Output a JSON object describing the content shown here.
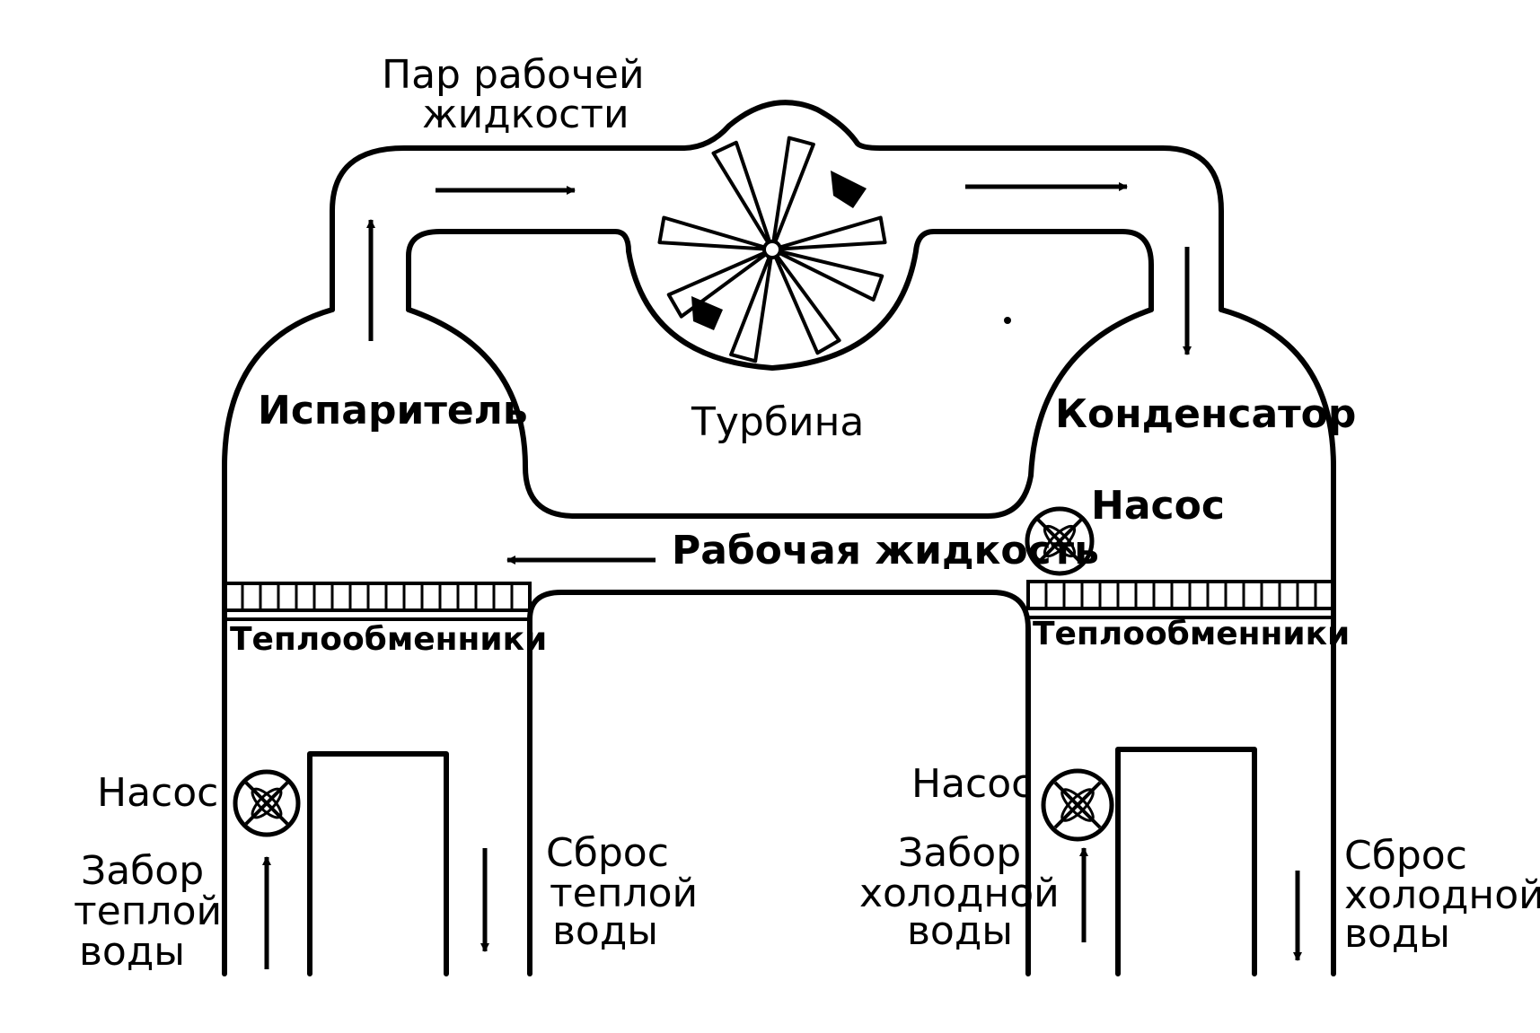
{
  "labels": {
    "vapor_line1": "Пар рабочей",
    "vapor_line2": "жидкости",
    "evaporator": "Испаритель",
    "turbine": "Турбина",
    "condenser": "Конденсатор",
    "pump_top": "Насос",
    "working_fluid": "Рабочая жидкость",
    "heat_exchangers_left": "Теплообменники",
    "heat_exchangers_right": "Теплообменники",
    "pump_left": "Насос",
    "pump_right": "Насос",
    "warm_intake_line1": "Забор",
    "warm_intake_line2": "теплой",
    "warm_intake_line3": "воды",
    "warm_discharge_line1": "Сброс",
    "warm_discharge_line2": "теплой",
    "warm_discharge_line3": "воды",
    "cold_intake_line1": "Забор",
    "cold_intake_line2": "холодной",
    "cold_intake_line3": "воды",
    "cold_discharge_line1": "Сброс",
    "cold_discharge_line2": "холодной",
    "cold_discharge_line3": "воды"
  }
}
